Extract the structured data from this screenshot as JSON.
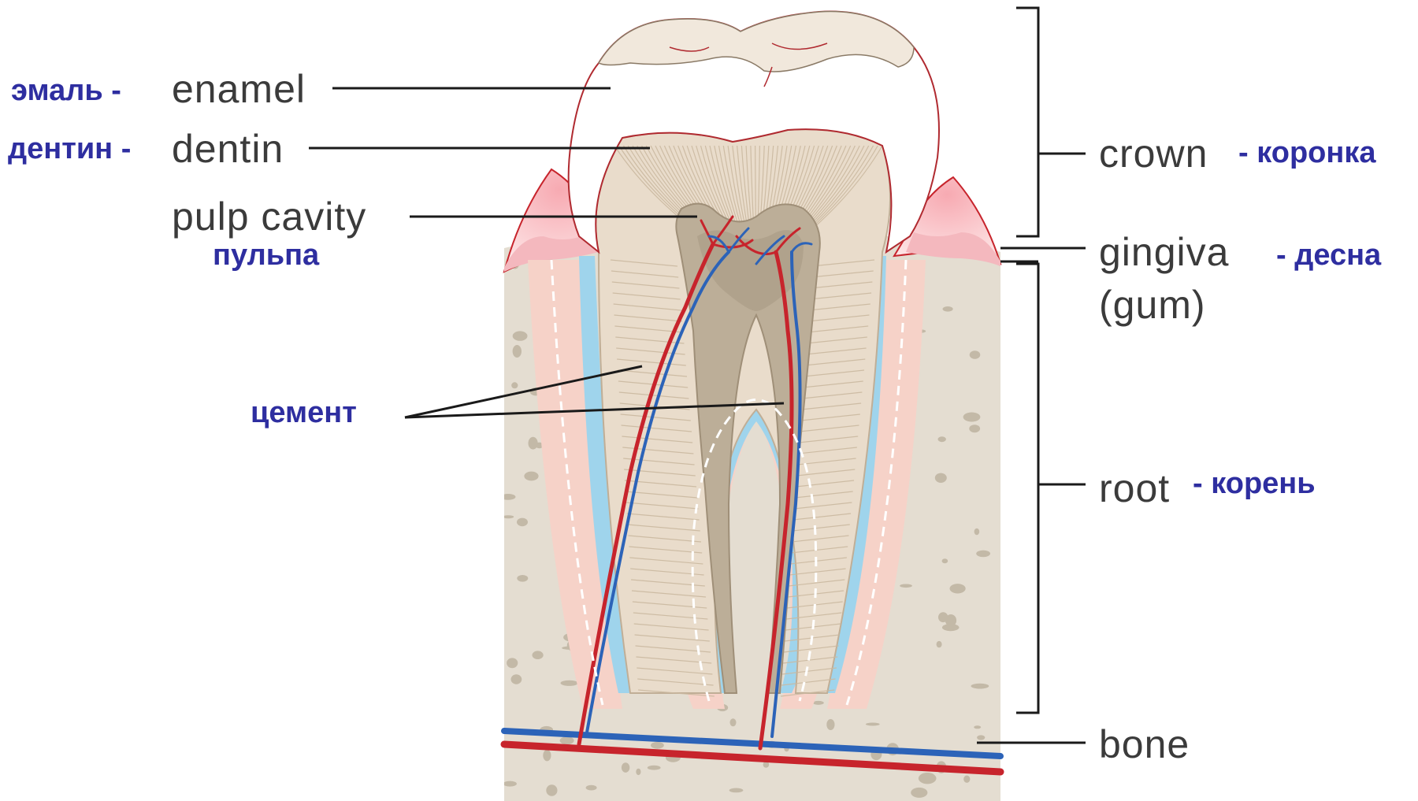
{
  "labels": {
    "enamel": {
      "en": "enamel",
      "ru": "эмаль -"
    },
    "dentin": {
      "en": "dentin",
      "ru": "дентин -"
    },
    "pulp": {
      "en": "pulp cavity",
      "ru": "пульпа"
    },
    "cement": {
      "ru": "цемент"
    },
    "crown": {
      "en": "crown",
      "ru": "- коронка"
    },
    "gingiva": {
      "en": "gingiva",
      "en2": "(gum)",
      "ru": "- десна"
    },
    "root": {
      "en": "root",
      "ru": "- корень"
    },
    "bone": {
      "en": "bone"
    }
  },
  "colors": {
    "enamel": "#ffffff",
    "dentin": "#e9dccb",
    "dentin_lines": "#c9b59c",
    "pulp": "#b9ab96",
    "cementum": "#9fd4ec",
    "ligament": "#f6d2c8",
    "gum": "#f2a5ac",
    "bone": "#e4ddd1",
    "bone_holes": "#b8ad9a",
    "artery": "#c7242c",
    "vein": "#2c63b8",
    "leader": "#1a1a1a",
    "label_ru": "#2e2ea0",
    "label_en": "#3b3b3b"
  }
}
